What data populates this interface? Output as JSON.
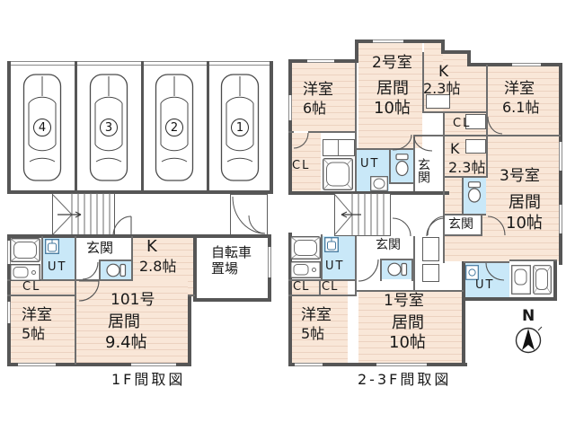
{
  "f1": {
    "caption": "1F間取図",
    "stalls": [
      "4",
      "3",
      "2",
      "1"
    ],
    "genkan": "玄関",
    "ut": "UT",
    "cl": "CL",
    "k": "K",
    "k_size": "2.8帖",
    "bike1": "自転車",
    "bike2": "置場",
    "unit": "101号",
    "living": "居間",
    "living_size": "9.4帖",
    "west": "洋室",
    "west_size": "5帖"
  },
  "f23": {
    "caption": "2-3F間取図",
    "room2": "2号室",
    "room2_living": "居間",
    "room2_size": "10帖",
    "west6": "洋室",
    "west6_size": "6帖",
    "k2": "K",
    "k2_size": "2.3帖",
    "west61": "洋室",
    "west61_size": "6.1帖",
    "cl": "CL",
    "k3": "K",
    "k3_size": "2.3帖",
    "room3": "3号室",
    "room3_living": "居間",
    "room3_size": "10帖",
    "genkan": "玄関",
    "ut": "UT",
    "room1": "1号室",
    "room1_living": "居間",
    "room1_size": "10帖",
    "west5": "洋室",
    "west5_size": "5帖",
    "north": "N"
  }
}
